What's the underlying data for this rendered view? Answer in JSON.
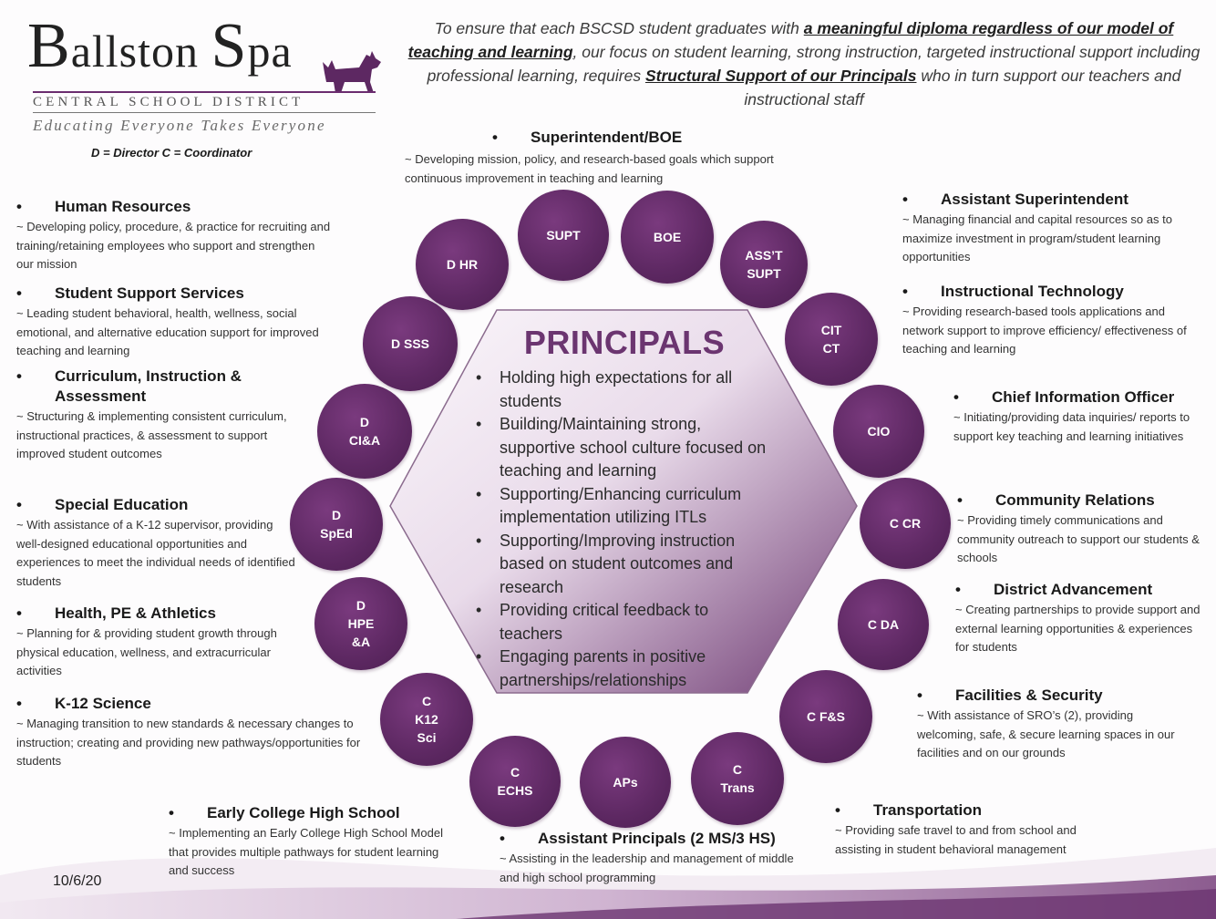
{
  "logo": {
    "name_b": "B",
    "name_allston": "allston ",
    "name_s": "S",
    "name_pa": "pa",
    "subtitle": "CENTRAL SCHOOL DISTRICT",
    "tagline": "Educating Everyone Takes Everyone",
    "legend": "D = Director C = Coordinator",
    "dog": "terrier-logo"
  },
  "mission": {
    "p1": "To ensure that each BSCSD student graduates with ",
    "u1": "a meaningful diploma regardless of our model of teaching and learning",
    "p2": ", our focus on student learning, strong instruction, targeted instructional support including professional learning, requires ",
    "u2": "Structural Support of our Principals",
    "p3": " who in turn support our teachers and instructional staff"
  },
  "colors": {
    "purple": "#5d2862",
    "hex_light": "#e8dcea",
    "hex_dark": "#6b3570"
  },
  "roles": [
    {
      "id": "supt-boe",
      "title": "Superintendent/BOE",
      "desc": "~ Developing mission, policy, and research-based goals which support continuous improvement in teaching and learning"
    },
    {
      "id": "hr",
      "title": "Human Resources",
      "desc": "~ Developing policy, procedure, & practice for recruiting and training/retaining employees who support and strengthen our mission"
    },
    {
      "id": "sss",
      "title": "Student Support Services",
      "desc": "~ Leading student behavioral, health, wellness, social emotional, and  alternative education support for  improved teaching and learning"
    },
    {
      "id": "cia",
      "title": "Curriculum, Instruction & Assessment",
      "desc": "~ Structuring & implementing consistent curriculum, instructional practices, & assessment to support improved student outcomes"
    },
    {
      "id": "sped",
      "title": "Special Education",
      "desc": "~ With assistance of a K-12 supervisor, providing well-designed educational opportunities and experiences to meet the individual needs of identified students"
    },
    {
      "id": "hpe",
      "title": "Health, PE & Athletics",
      "desc": "~ Planning for & providing student growth through physical education, wellness, and extracurricular activities"
    },
    {
      "id": "sci",
      "title": "K-12 Science",
      "desc": "~ Managing transition to new standards & necessary changes to instruction; creating and providing new pathways/opportunities for students"
    },
    {
      "id": "echs",
      "title": "Early College High School",
      "desc": "~ Implementing an Early College High School Model  that provides multiple pathways for student learning and success"
    },
    {
      "id": "aps",
      "title": "Assistant Principals (2 MS/3 HS)",
      "desc": "~ Assisting in the leadership and management of middle and high school programming"
    },
    {
      "id": "trans",
      "title": "Transportation",
      "desc": "~ Providing safe travel to and from school and assisting in student behavioral management"
    },
    {
      "id": "fs",
      "title": "Facilities & Security",
      "desc": "~ With assistance of SRO’s (2), providing welcoming, safe, & secure learning spaces in our facilities and on our grounds"
    },
    {
      "id": "da",
      "title": "District Advancement",
      "desc": "~ Creating partnerships to provide support and external learning opportunities & experiences for students"
    },
    {
      "id": "cr",
      "title": "Community Relations",
      "desc": "~ Providing timely communications and community outreach to support our students & schools"
    },
    {
      "id": "cio",
      "title": "Chief Information Officer",
      "desc": "~ Initiating/providing data inquiries/ reports to support key teaching and learning initiatives"
    },
    {
      "id": "it",
      "title": "Instructional Technology",
      "desc": "~ Providing research-based tools applications and network support to improve efficiency/ effectiveness of  teaching and learning"
    },
    {
      "id": "asst-supt",
      "title": "Assistant Superintendent",
      "desc": "~ Managing financial and capital resources so as to maximize investment in program/student learning opportunities"
    }
  ],
  "bullet": "•",
  "circles": [
    {
      "id": "supt",
      "label": "SUPT"
    },
    {
      "id": "boe",
      "label": "BOE"
    },
    {
      "id": "ass-t-supt",
      "label": "ASS’T\nSUPT"
    },
    {
      "id": "cit-ct",
      "label": "CIT\nCT"
    },
    {
      "id": "cio",
      "label": "CIO"
    },
    {
      "id": "c-cr",
      "label": "C CR"
    },
    {
      "id": "c-da",
      "label": "C DA"
    },
    {
      "id": "c-fs",
      "label": "C F&S"
    },
    {
      "id": "c-trans",
      "label": "C\nTrans"
    },
    {
      "id": "aps",
      "label": "APs"
    },
    {
      "id": "c-echs",
      "label": "C\nECHS"
    },
    {
      "id": "c-k12-sci",
      "label": "C\nK12\nSci"
    },
    {
      "id": "d-hpe-a",
      "label": "D\nHPE\n&A"
    },
    {
      "id": "d-sped",
      "label": "D\nSpEd"
    },
    {
      "id": "d-cia",
      "label": "D\nCI&A"
    },
    {
      "id": "d-sss",
      "label": "D SSS"
    },
    {
      "id": "d-hr",
      "label": "D HR"
    }
  ],
  "principals": {
    "title": "PRINCIPALS",
    "items": [
      "Holding high expectations for all students",
      "Building/Maintaining strong, supportive school culture focused on teaching and learning",
      "Supporting/Enhancing curriculum implementation utilizing ITLs",
      "Supporting/Improving instruction based on student outcomes and research",
      "Providing critical feedback to teachers",
      "Engaging parents in positive partnerships/relationships"
    ]
  },
  "date": "10/6/20"
}
